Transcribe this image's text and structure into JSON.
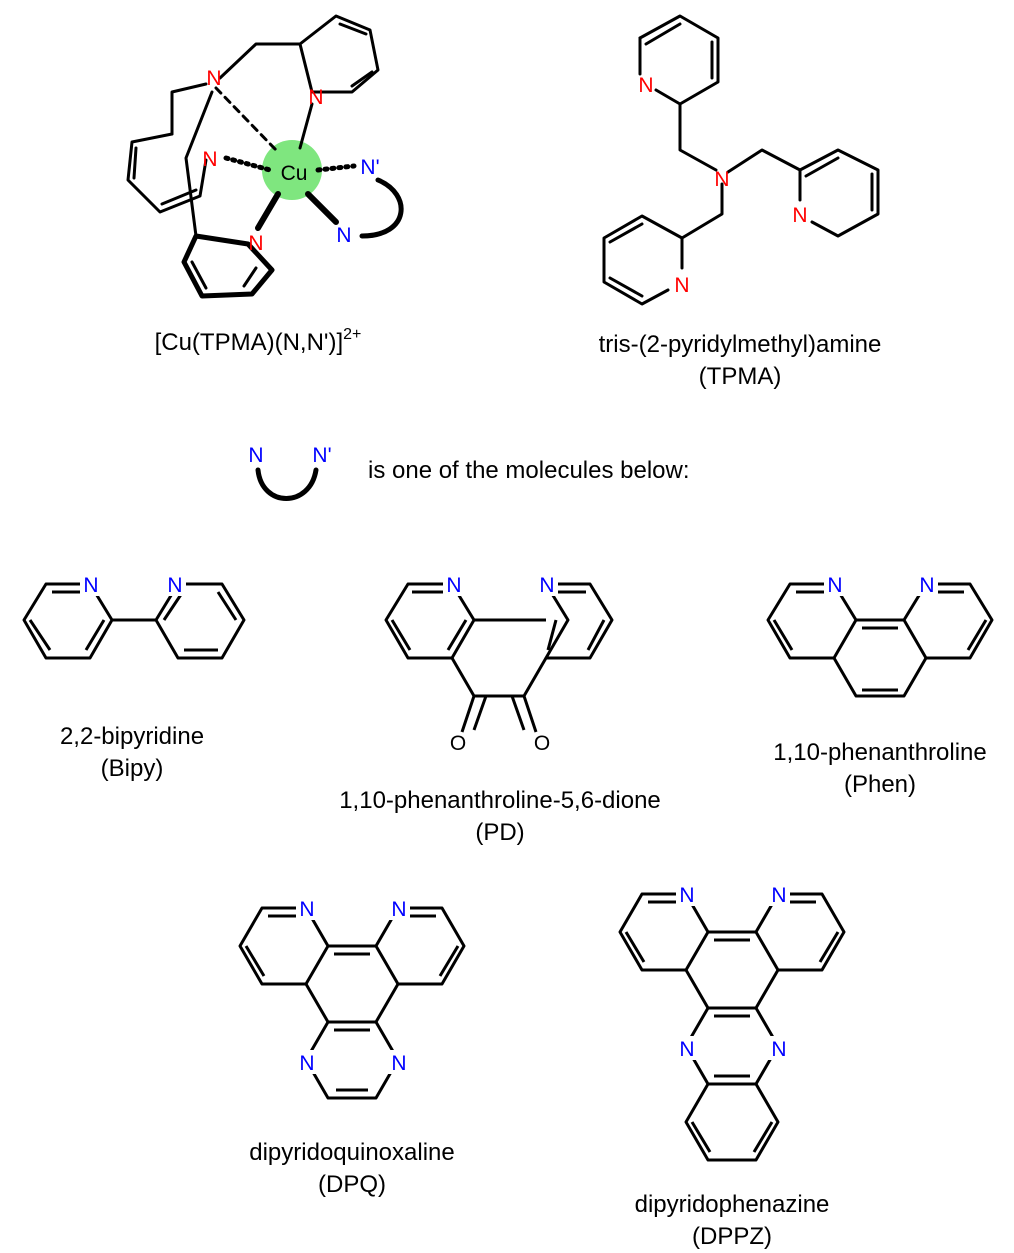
{
  "colors": {
    "nitrogen_red": "#ff0000",
    "nitrogen_blue": "#0000ff",
    "oxygen": "#000000",
    "copper_highlight": "#7fe67f",
    "bond": "#000000"
  },
  "atoms": {
    "N": "N",
    "N_prime": "N'",
    "O": "O",
    "Cu": "Cu"
  },
  "complex": {
    "name": "[Cu(TPMA)(N,N')]",
    "charge": "2+"
  },
  "tpma": {
    "name": "tris-(2-pyridylmethyl)amine",
    "abbr": "(TPMA)"
  },
  "legend": {
    "text": "is one of the molecules below:"
  },
  "molecules": [
    {
      "id": "bipy",
      "name": "2,2-bipyridine",
      "abbr": "(Bipy)"
    },
    {
      "id": "pd",
      "name": "1,10-phenanthroline-5,6-dione",
      "abbr": "(PD)"
    },
    {
      "id": "phen",
      "name": "1,10-phenanthroline",
      "abbr": "(Phen)"
    },
    {
      "id": "dpq",
      "name": "dipyridoquinoxaline",
      "abbr": "(DPQ)"
    },
    {
      "id": "dppz",
      "name": "dipyridophenazine",
      "abbr": "(DPPZ)"
    }
  ]
}
